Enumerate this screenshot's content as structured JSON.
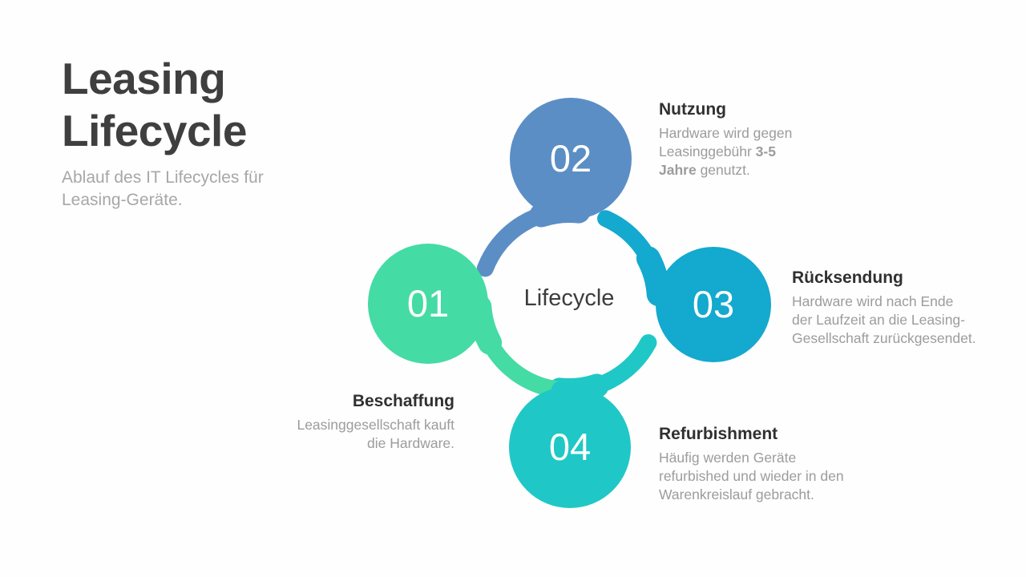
{
  "slide": {
    "title_line1": "Leasing",
    "title_line2": "Lifecycle",
    "subtitle": "Ablauf des IT Lifecycles für\nLeasing-Geräte.",
    "center_label": "Lifecycle"
  },
  "colors": {
    "step1_green": "#45dba4",
    "step2_blue": "#5b8ec5",
    "step3_cyan": "#14a9ce",
    "step4_teal": "#1fc8c6",
    "title_text": "#3f3f3f",
    "heading_text": "#303030",
    "body_text": "#9c9c9c",
    "background": "#fefefe"
  },
  "steps": [
    {
      "number": "01",
      "label": "Beschaffung",
      "description": "Leasinggesellschaft kauft\ndie Hardware."
    },
    {
      "number": "02",
      "label": "Nutzung",
      "description_prefix": "Hardware wird gegen\nLeasinggebühr ",
      "description_bold": "3-5\nJahre",
      "description_suffix": " genutzt."
    },
    {
      "number": "03",
      "label": "Rücksendung",
      "description": "Hardware wird nach Ende\nder Laufzeit an die Leasing-\nGesellschaft zurückgesendet."
    },
    {
      "number": "04",
      "label": "Refurbishment",
      "description": "Häufig werden Geräte\nrefurbished und wieder in den\nWarenkreislauf gebracht."
    }
  ]
}
